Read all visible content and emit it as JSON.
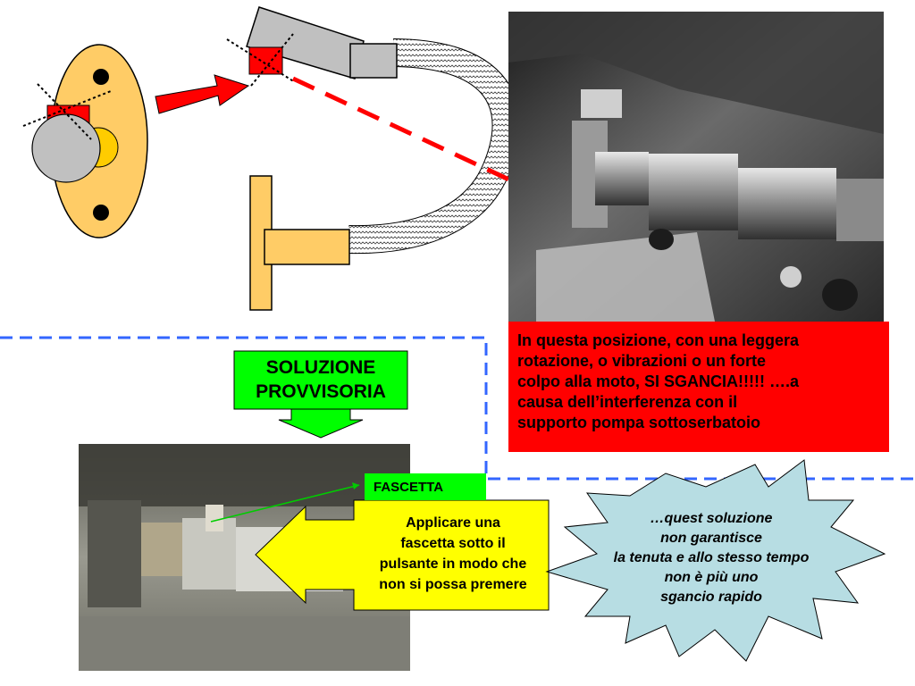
{
  "warning": {
    "lines": [
      "In questa posizione, con una leggera",
      "rotazione, o vibrazioni o un forte",
      "colpo alla moto, SI SGANCIA!!!!! ….a",
      "causa dell’interferenza con il",
      "supporto pompa sottoserbatoio"
    ]
  },
  "solution": {
    "lines": [
      "SOLUZIONE",
      "PROVVISORIA"
    ]
  },
  "fascetta": {
    "label": "FASCETTA"
  },
  "apply": {
    "lines": [
      "Applicare una",
      "fascetta sotto il",
      "pulsante in modo che",
      "non si possa premere"
    ]
  },
  "burst": {
    "lines": [
      "…quest soluzione",
      "non garantisce",
      "la tenuta e allo stesso tempo",
      "non è più uno",
      "sgancio rapido"
    ]
  },
  "colors": {
    "accent_red": "#ff0000",
    "label_green": "#00ff00",
    "callout_yellow": "#ffff00",
    "burst_cyan": "#b7dde3",
    "divider_blue": "#3366ff",
    "part_orange": "#ffcc66",
    "part_gray": "#c0c0c0"
  },
  "icons": {
    "top_arrow": "arrow-right-icon",
    "down_arrow": "arrow-down-icon",
    "left_arrow": "arrow-left-icon"
  }
}
